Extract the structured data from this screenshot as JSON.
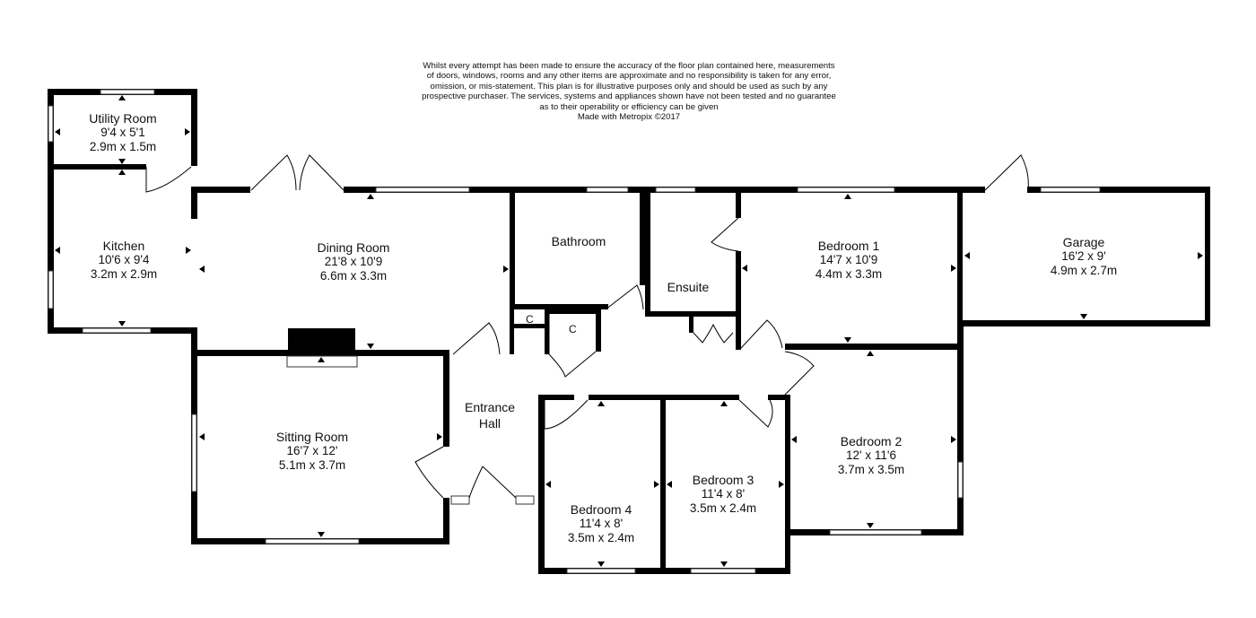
{
  "disclaimer": {
    "lines": [
      "Whilst every attempt has been made to ensure the accuracy of the floor plan contained here, measurements",
      "of doors, windows, rooms and any other items are approximate and no responsibility is taken for any error,",
      "omission, or mis-statement. This plan is for illustrative purposes only and should be used as such by any",
      "prospective purchaser. The services, systems and appliances shown have not been tested and no guarantee",
      "as to their operability or efficiency can be given",
      "Made with Metropix ©2017"
    ]
  },
  "rooms": {
    "utility": {
      "name": "Utility Room",
      "imperial": "9'4 x 5'1",
      "metric": "2.9m x 1.5m"
    },
    "kitchen": {
      "name": "Kitchen",
      "imperial": "10'6 x 9'4",
      "metric": "3.2m x 2.9m"
    },
    "dining": {
      "name": "Dining Room",
      "imperial": "21'8 x 10'9",
      "metric": "6.6m x 3.3m"
    },
    "bathroom": {
      "name": "Bathroom"
    },
    "ensuite": {
      "name": "Ensuite"
    },
    "bedroom1": {
      "name": "Bedroom 1",
      "imperial": "14'7 x 10'9",
      "metric": "4.4m x 3.3m"
    },
    "garage": {
      "name": "Garage",
      "imperial": "16'2 x 9'",
      "metric": "4.9m x 2.7m"
    },
    "sitting": {
      "name": "Sitting Room",
      "imperial": "16'7 x 12'",
      "metric": "5.1m x 3.7m"
    },
    "hall": {
      "line1": "Entrance",
      "line2": "Hall"
    },
    "bedroom4": {
      "name": "Bedroom 4",
      "imperial": "11'4 x 8'",
      "metric": "3.5m x 2.4m"
    },
    "bedroom3": {
      "name": "Bedroom 3",
      "imperial": "11'4 x 8'",
      "metric": "3.5m x 2.4m"
    },
    "bedroom2": {
      "name": "Bedroom 2",
      "imperial": "12' x 11'6",
      "metric": "3.7m x 3.5m"
    }
  },
  "cupboards": {
    "c1": "C",
    "c2": "C"
  }
}
